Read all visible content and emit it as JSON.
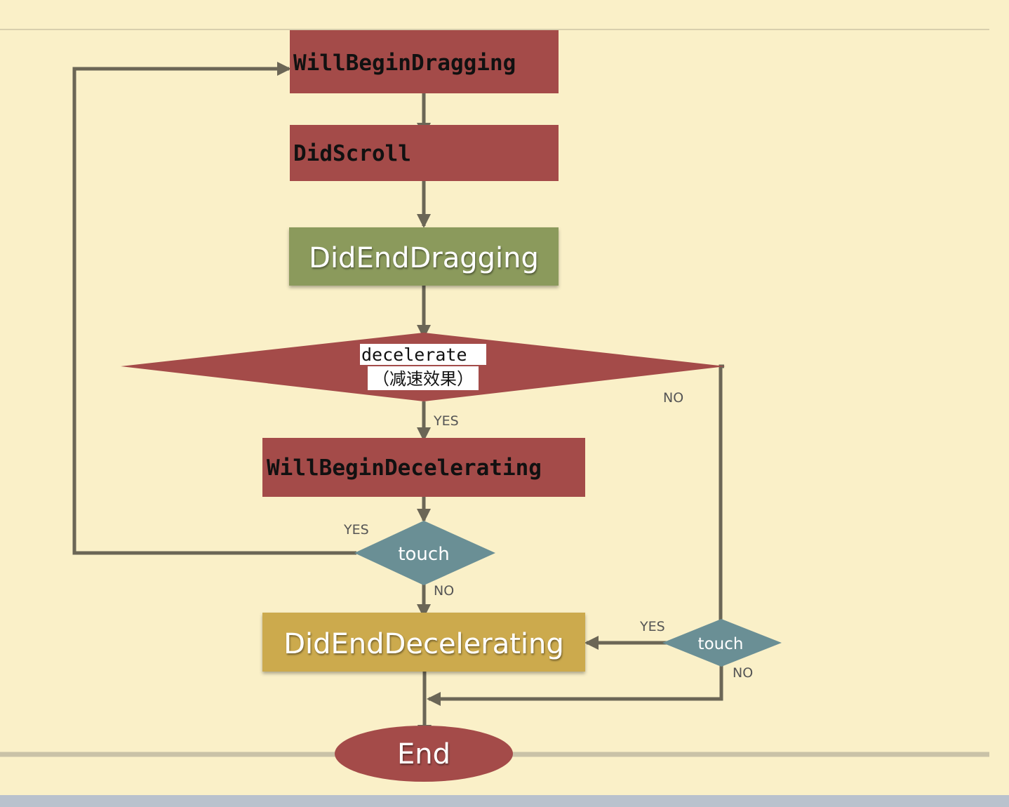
{
  "colors": {
    "background": "#faf0c8",
    "red_node": "#a44b49",
    "green_node": "#8b9a5b",
    "teal_node": "#6a8f95",
    "gold_node": "#ccaa4e",
    "connector": "#6b6656"
  },
  "nodes": {
    "will_begin_dragging": "WillBeginDragging",
    "did_scroll": "DidScroll",
    "did_end_dragging": "DidEndDragging",
    "decelerate_line1": "decelerate",
    "decelerate_line2": "（减速效果）",
    "will_begin_decelerating": "WillBeginDecelerating",
    "touch_center": "touch",
    "touch_right": "touch",
    "did_end_decelerating": "DidEndDecelerating",
    "end": "End"
  },
  "edges": {
    "decelerate_yes": "YES",
    "decelerate_no": "NO",
    "touch_center_yes": "YES",
    "touch_center_no": "NO",
    "touch_right_yes": "YES",
    "touch_right_no": "NO"
  }
}
